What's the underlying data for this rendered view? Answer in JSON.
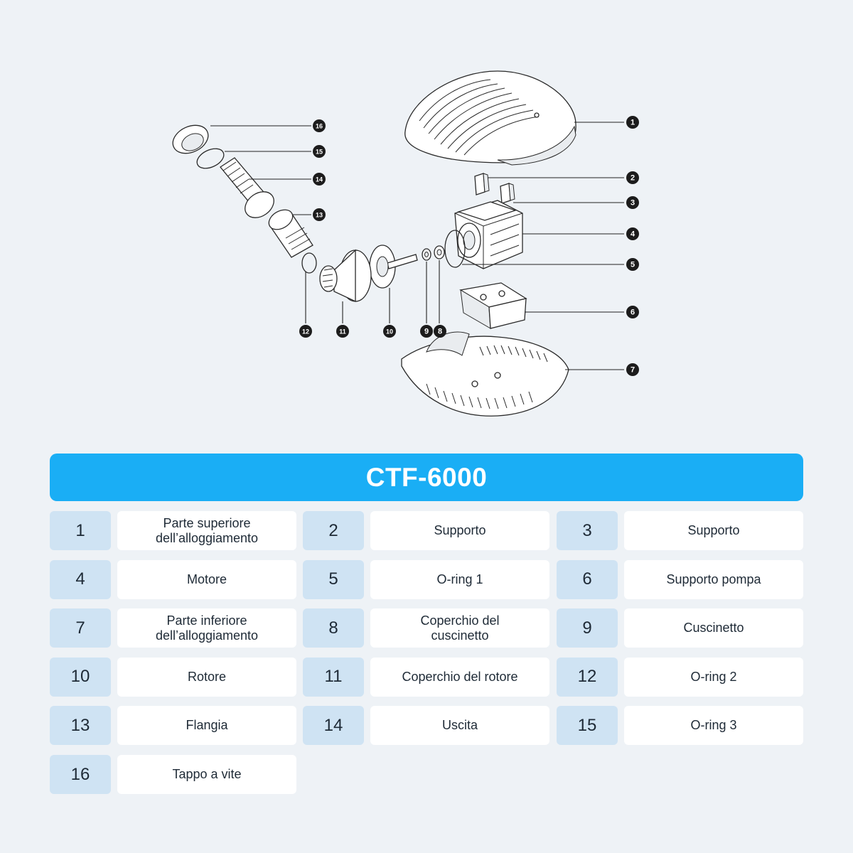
{
  "model": "CTF-6000",
  "callouts": [
    "1",
    "2",
    "3",
    "4",
    "5",
    "6",
    "7",
    "8",
    "9",
    "10",
    "11",
    "12",
    "13",
    "14",
    "15",
    "16"
  ],
  "parts": [
    {
      "num": "1",
      "label": "Parte superiore\ndell’alloggiamento"
    },
    {
      "num": "2",
      "label": "Supporto"
    },
    {
      "num": "3",
      "label": "Supporto"
    },
    {
      "num": "4",
      "label": "Motore"
    },
    {
      "num": "5",
      "label": "O-ring 1"
    },
    {
      "num": "6",
      "label": "Supporto pompa"
    },
    {
      "num": "7",
      "label": "Parte inferiore\ndell’alloggiamento"
    },
    {
      "num": "8",
      "label": "Coperchio del\ncuscinetto"
    },
    {
      "num": "9",
      "label": "Cuscinetto"
    },
    {
      "num": "10",
      "label": "Rotore"
    },
    {
      "num": "11",
      "label": "Coperchio del rotore"
    },
    {
      "num": "12",
      "label": "O-ring 2"
    },
    {
      "num": "13",
      "label": "Flangia"
    },
    {
      "num": "14",
      "label": "Uscita"
    },
    {
      "num": "15",
      "label": "O-ring 3"
    },
    {
      "num": "16",
      "label": "Tappo a vite"
    }
  ]
}
